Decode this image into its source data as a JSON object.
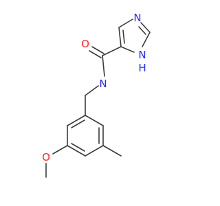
{
  "molecule": {
    "atom_labels": {
      "carbonyl_oxygen": "O",
      "amide_nitrogen": "N",
      "imidazole_n3": "N",
      "imidazole_n1": "N",
      "imidazole_n1_h": "H",
      "ether_oxygen": "O"
    },
    "colors": {
      "bond": "#3a3a3a",
      "nitrogen": "#2828ff",
      "oxygen": "#ff2a2a"
    }
  }
}
